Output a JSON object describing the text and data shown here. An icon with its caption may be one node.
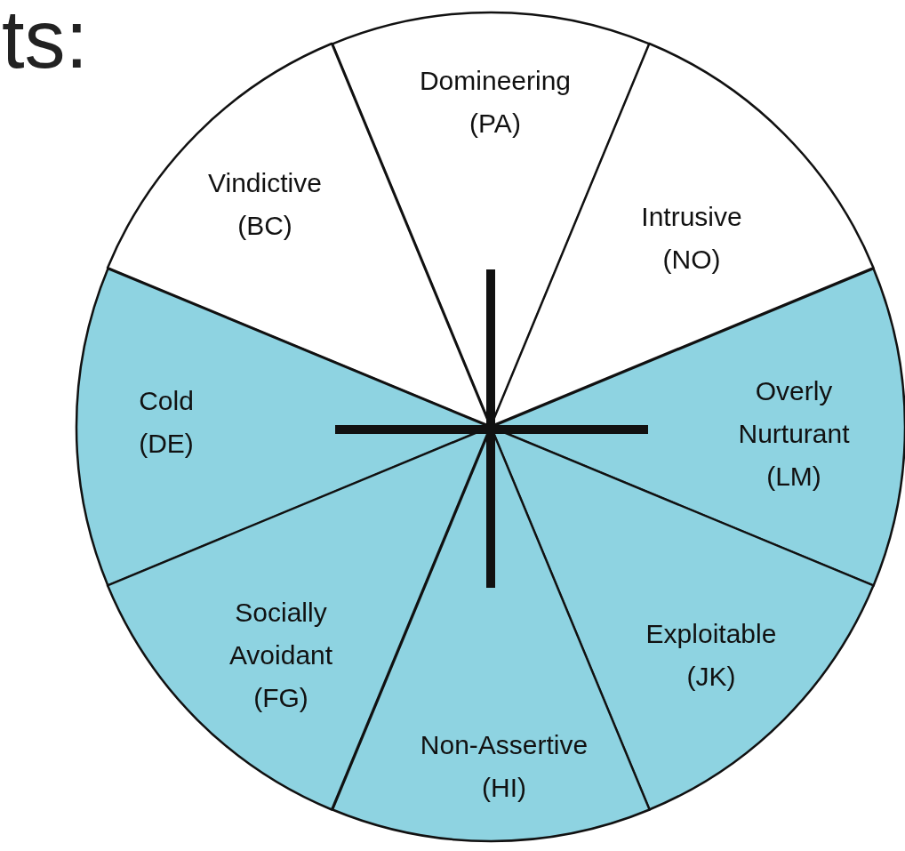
{
  "diagram": {
    "title": "ts:",
    "nodes": [
      {
        "text": [
          "Domineering (PA)"
        ]
      },
      {
        "text": [
          "Vindictive (BC)"
        ]
      },
      {
        "text": [
          "Intrusive (NO)"
        ]
      },
      {
        "text": [
          "Cold (DE)"
        ]
      },
      {
        "text": [
          "Overly Nurturant (LM)"
        ]
      },
      {
        "text": [
          "Exploitable (JK)"
        ]
      },
      {
        "text": [
          "Socially Avoidant (FG)"
        ]
      },
      {
        "text": [
          "Non-Assertive (HI)"
        ]
      }
    ]
  }
}
